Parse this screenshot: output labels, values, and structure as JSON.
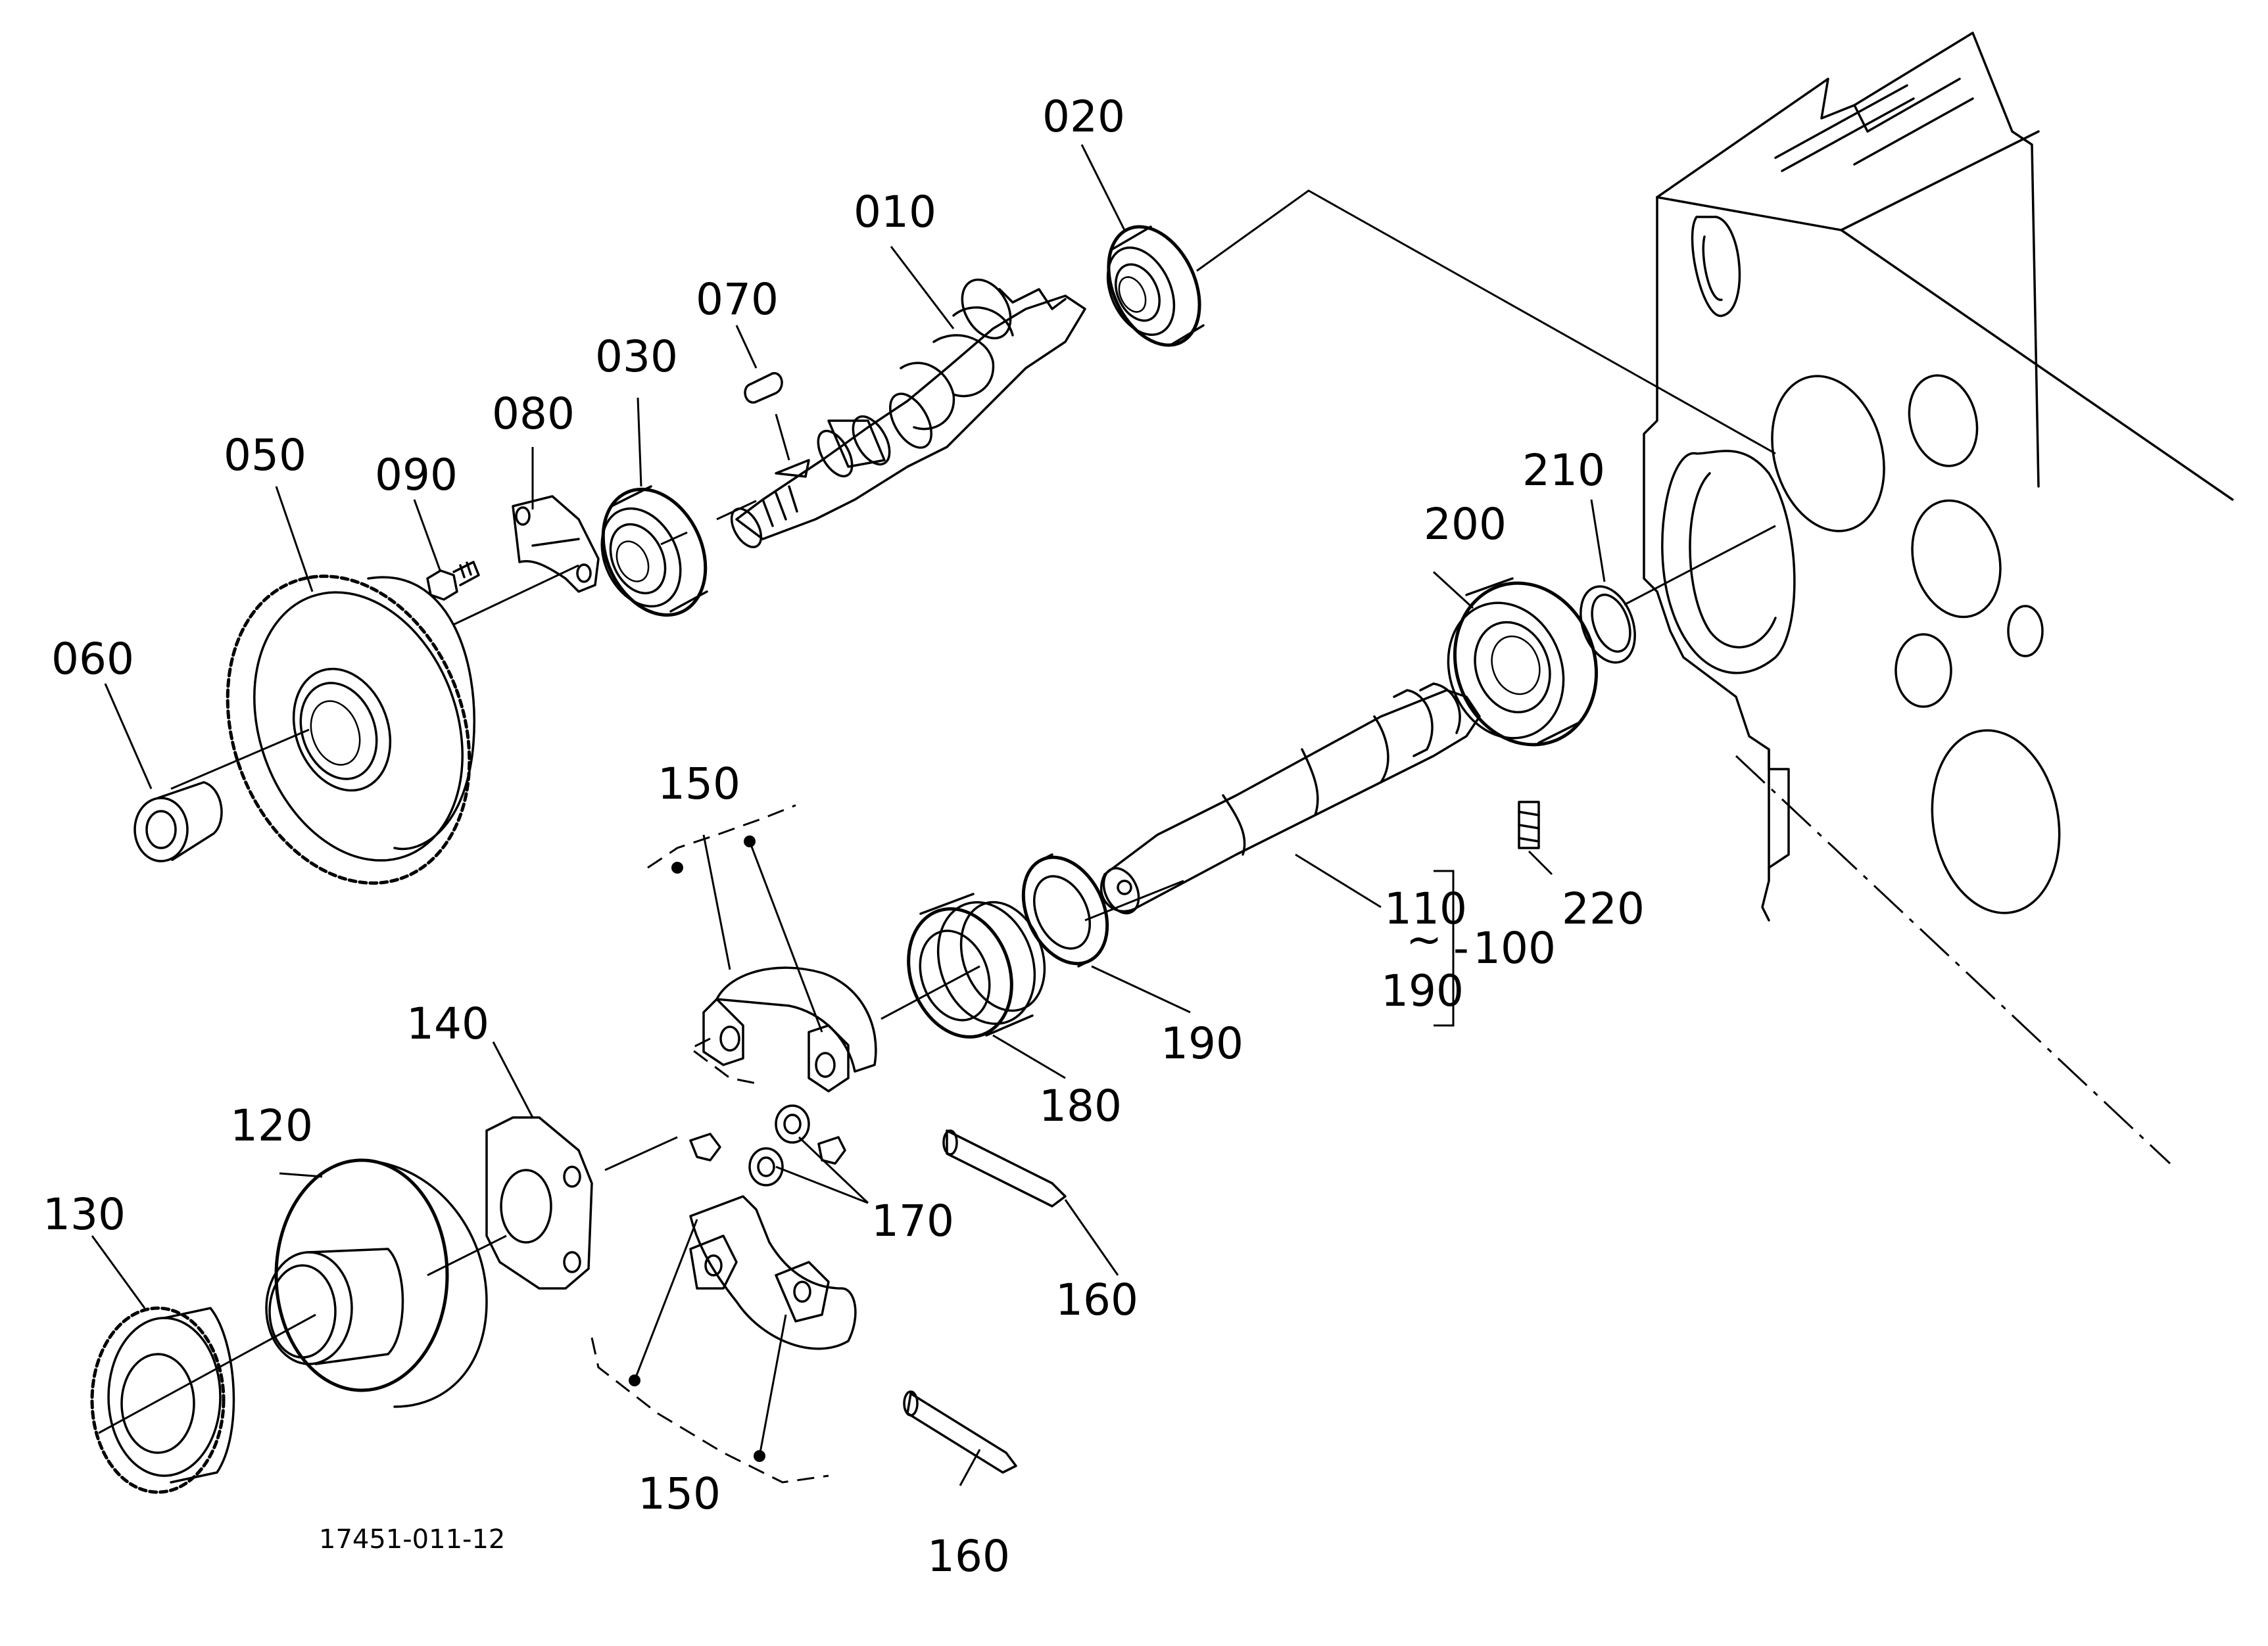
{
  "diagram": {
    "reference_code": "17451-011-12",
    "callouts": {
      "c010": "010",
      "c020": "020",
      "c030": "030",
      "c050": "050",
      "c060": "060",
      "c070": "070",
      "c080": "080",
      "c090": "090",
      "c100": "100",
      "c110": "110",
      "c120": "120",
      "c130": "130",
      "c140": "140",
      "c150_top": "150",
      "c150_bottom": "150",
      "c160_top": "160",
      "c160_bottom": "160",
      "c170": "170",
      "c180": "180",
      "c190": "190",
      "c190_range": "190",
      "c200": "200",
      "c210": "210",
      "c220": "220"
    },
    "range_symbol": "~"
  }
}
